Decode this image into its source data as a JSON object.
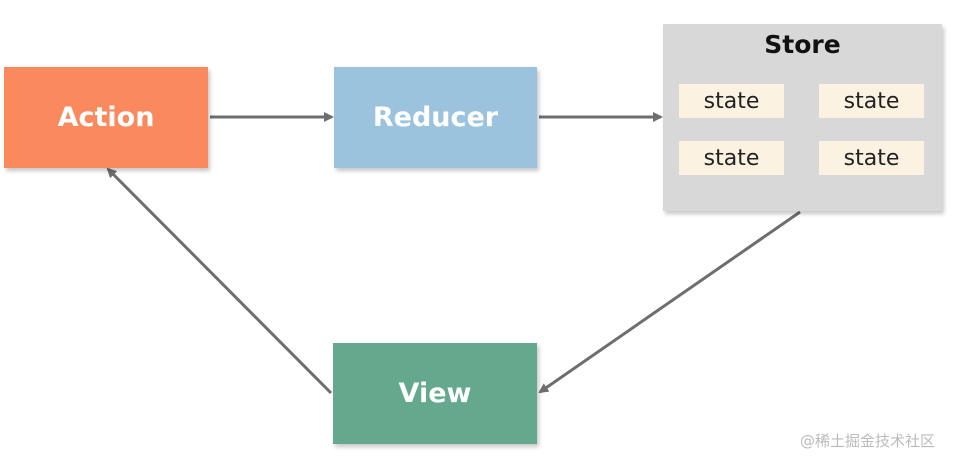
{
  "nodes": {
    "action": {
      "label": "Action",
      "color": "#fa8a5e"
    },
    "reducer": {
      "label": "Reducer",
      "color": "#9cc3dd"
    },
    "view": {
      "label": "View",
      "color": "#64a98d"
    },
    "store": {
      "label": "Store",
      "color": "#d8d8d8",
      "states": [
        "state",
        "state",
        "state",
        "state"
      ]
    }
  },
  "edges": [
    {
      "from": "action",
      "to": "reducer"
    },
    {
      "from": "reducer",
      "to": "store"
    },
    {
      "from": "store",
      "to": "view"
    },
    {
      "from": "view",
      "to": "action"
    }
  ],
  "arrow_color": "#6e6e6e",
  "watermark": "@稀土掘金技术社区"
}
